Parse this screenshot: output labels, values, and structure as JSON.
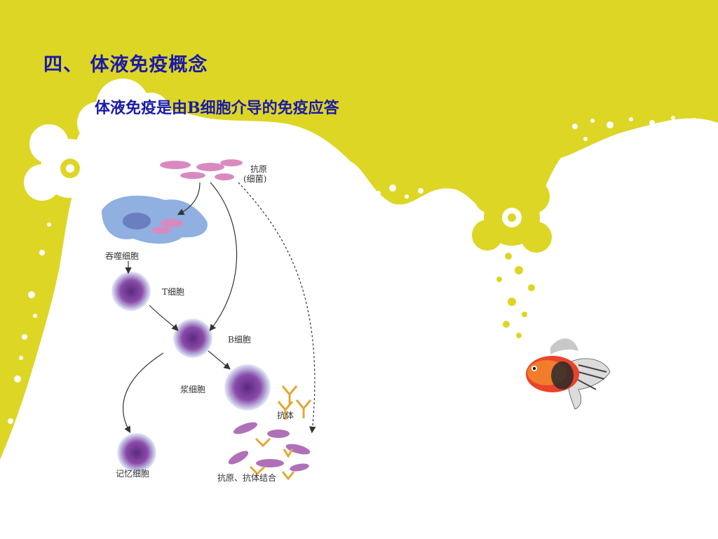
{
  "slide": {
    "title": "四、 体液免疫概念",
    "subtitle": "体液免疫是由B细胞介导的免疫应答"
  },
  "diagram": {
    "labels": {
      "antigen": "抗原",
      "antigen_sub": "(细菌)",
      "macrophage": "吞噬细胞",
      "t_cell": "T细胞",
      "b_cell": "B细胞",
      "plasma_cell": "浆细胞",
      "antibody": "抗体",
      "memory_cell": "记忆细胞",
      "binding": "抗原、抗体结合"
    }
  },
  "colors": {
    "background_yellow": "#ddd625",
    "title_blue": "#1a1aa8",
    "cell_purple": "#8a4ba8",
    "antigen_pink": "#d88ac0"
  }
}
